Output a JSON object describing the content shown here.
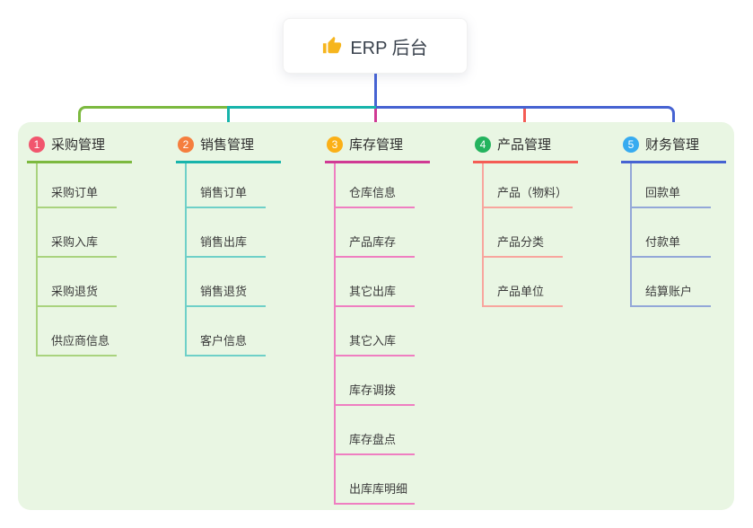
{
  "root": {
    "label": "ERP 后台",
    "icon": "thumbs-up-icon",
    "icon_color": "#f6b51e"
  },
  "colors": {
    "canvas_bg": "#ffffff",
    "panel_bg": "#e9f6e3",
    "trunk_blue": "#4a63cf",
    "root_text": "#3a424d",
    "node_text": "#3b3b3b"
  },
  "branches": [
    {
      "badge": "1",
      "title": "采购管理",
      "badge_color": "#f1566e",
      "line_color": "#7cb93f",
      "child_line_color": "#a9d37e",
      "children": [
        "采购订单",
        "采购入库",
        "采购退货",
        "供应商信息"
      ]
    },
    {
      "badge": "2",
      "title": "销售管理",
      "badge_color": "#f57e3e",
      "line_color": "#17b4ab",
      "child_line_color": "#6ed0c8",
      "children": [
        "销售订单",
        "销售出库",
        "销售退货",
        "客户信息"
      ]
    },
    {
      "badge": "3",
      "title": "库存管理",
      "badge_color": "#fbb017",
      "line_color": "#d03a94",
      "child_line_color": "#ef7ec1",
      "children": [
        "仓库信息",
        "产品库存",
        "其它出库",
        "其它入库",
        "库存调拨",
        "库存盘点",
        "出库库明细"
      ]
    },
    {
      "badge": "4",
      "title": "产品管理",
      "badge_color": "#24b35e",
      "line_color": "#f45c54",
      "child_line_color": "#f8a59e",
      "children": [
        "产品（物料）",
        "产品分类",
        "产品单位"
      ]
    },
    {
      "badge": "5",
      "title": "财务管理",
      "badge_color": "#37abf0",
      "line_color": "#4663d2",
      "child_line_color": "#93a7d8",
      "children": [
        "回款单",
        "付款单",
        "结算账户"
      ]
    }
  ]
}
